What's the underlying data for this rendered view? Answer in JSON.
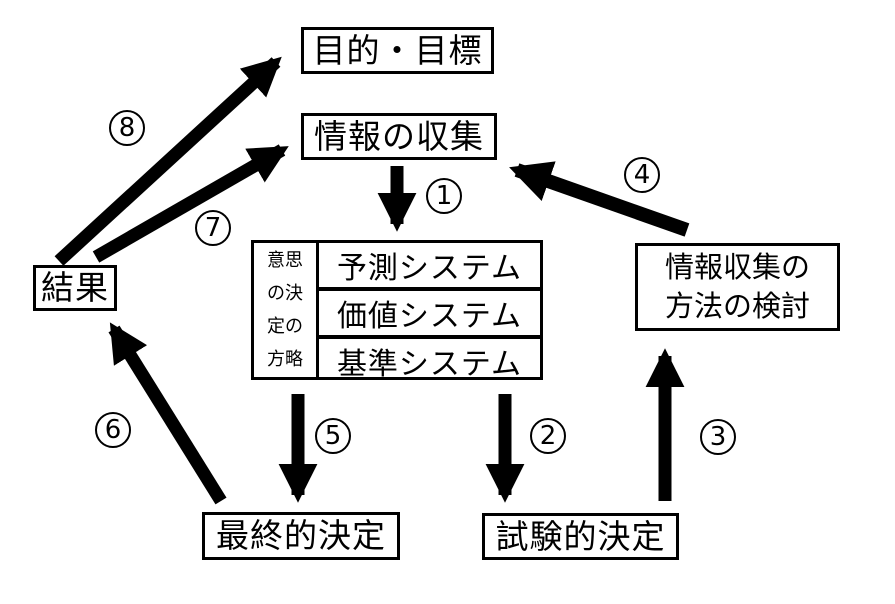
{
  "nodes": {
    "goals": "目的・目標",
    "info_collection": "情報の収集",
    "strategy_header": "意思の決定の方略",
    "systems": [
      "予測システム",
      "価値システム",
      "基準システム"
    ],
    "method_review": "情報収集の方法の検討",
    "result": "結果",
    "final_decision": "最終的決定",
    "trial_decision": "試験的決定"
  },
  "arrow_labels": [
    "1",
    "2",
    "3",
    "4",
    "5",
    "6",
    "7",
    "8"
  ],
  "colors": {
    "ink": "#000000",
    "background": "#ffffff"
  }
}
